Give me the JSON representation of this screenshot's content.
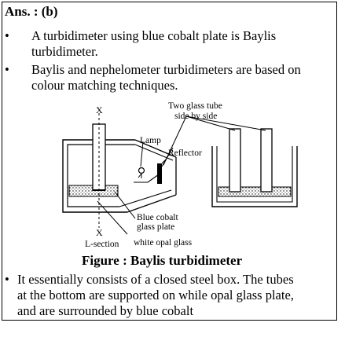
{
  "answer": "Ans. : (b)",
  "bullets": [
    {
      "line1": "A turbidimeter using blue cobalt plate is Baylis",
      "line2": "turbidimeter."
    },
    {
      "line1": "Baylis and nephelometer turbidimeters are based on",
      "line2": "colour matching techniques."
    },
    {
      "line1": "It essentially consists of a closed steel box. The tubes",
      "line2": "at the bottom are supported on while opal glass plate,",
      "line3": "and are surrounded by blue cobalt"
    }
  ],
  "bullet_symbol": "•",
  "figure": {
    "caption": "Figure : Baylis turbidimeter",
    "labels": {
      "x_top": "X",
      "x_bottom": "X",
      "lamp": "Lamp",
      "reflector": "Reflector",
      "two_tube_line1": "Two  glass tube",
      "two_tube_line2": "side by side",
      "blue_cobalt_line1": "Blue cobalt",
      "blue_cobalt_line2": "glass plate",
      "white_opal": "white opal glass",
      "l_section": "L-section"
    }
  }
}
